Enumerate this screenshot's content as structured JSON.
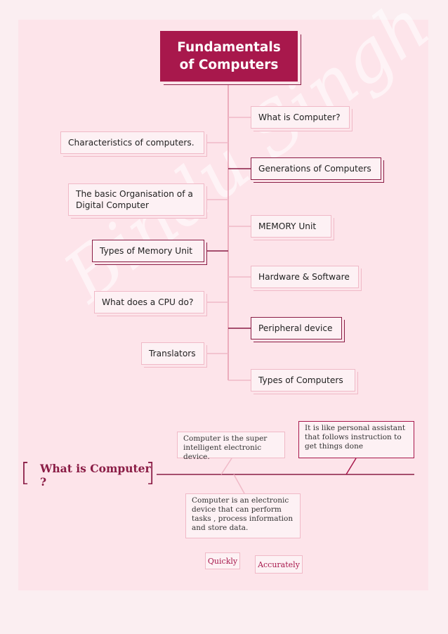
{
  "title": {
    "line1": "Fundamentals",
    "line2": "of Computers"
  },
  "topics_right": [
    "What is Computer?",
    "Generations of Computers",
    "MEMORY Unit",
    "Hardware & Software",
    "Peripheral device",
    "Types of Computers"
  ],
  "topics_left": [
    "Characteristics of computers.",
    "The basic Organisation of a Digital Computer",
    "Types of Memory Unit",
    "What does a CPU do?",
    "Translators"
  ],
  "what_is_computer": {
    "heading": "What is Computer ?",
    "note_super": "Computer is the super intelligent electronic device.",
    "note_assistant": "It is like personal assistant that follows instruction to get things done",
    "note_definition": "Computer is an electronic device that can perform tasks , process information and store data.",
    "tag_quickly": "Quickly",
    "tag_accurately": "Accurately"
  },
  "watermark": "Bindu Singh",
  "colors": {
    "primary": "#a8184c",
    "dark_border": "#8a1c45",
    "light_border": "#f0b9c7",
    "background": "#fde4ea"
  }
}
